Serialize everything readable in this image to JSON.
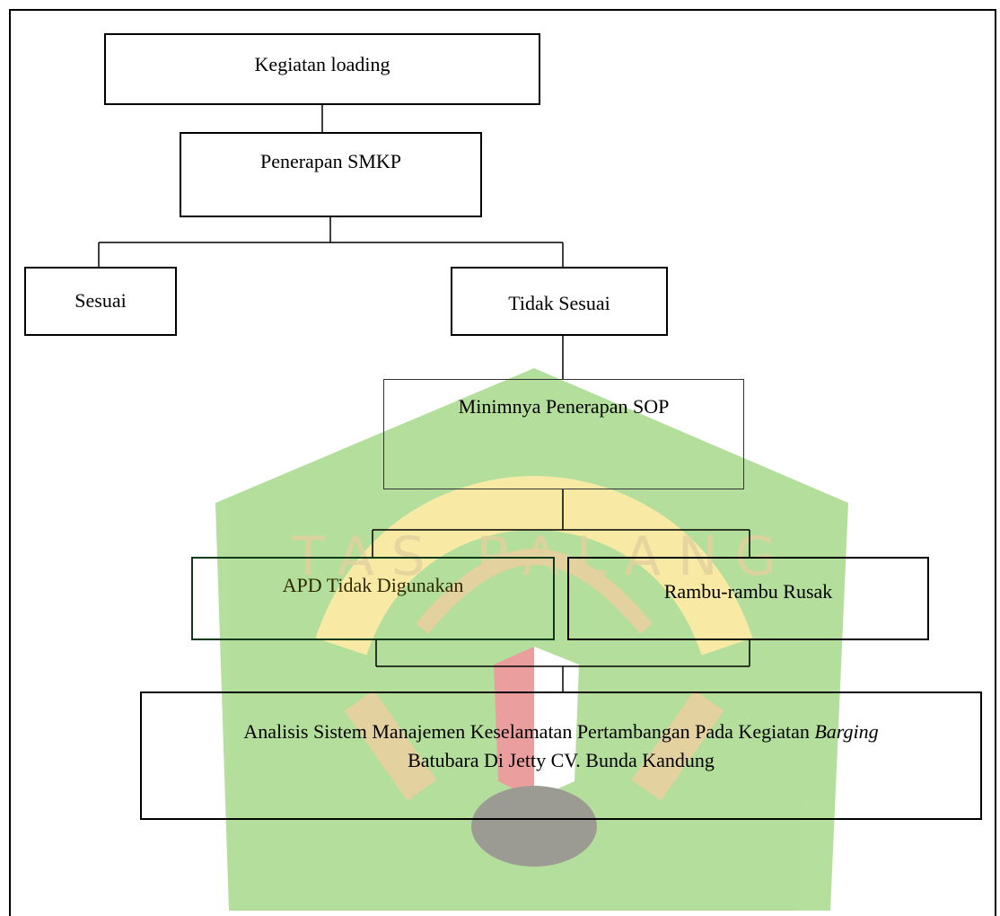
{
  "diagram": {
    "nodes": {
      "loading": "Kegiatan loading",
      "smkp": "Penerapan SMKP",
      "sesuai": "Sesuai",
      "tidak_sesuai": "Tidak Sesuai",
      "sop": "Minimnya Penerapan SOP",
      "apd": "APD Tidak Digunakan",
      "rambu": "Rambu-rambu Rusak",
      "analysis_part1": "Analisis Sistem Manajemen Keselamatan Pertambangan Pada Kegiatan",
      "analysis_italic": "Barging",
      "analysis_line2": "Batubara Di Jetty CV. Bunda Kandung"
    },
    "watermark": {
      "text_top": "TAS PALANG",
      "colors": {
        "green": "#6cbf3b",
        "yellow": "#f2d54b",
        "red": "#d94040",
        "gold": "#c9a441"
      }
    },
    "colors": {
      "line": "#000000",
      "background": "#ffffff"
    }
  }
}
